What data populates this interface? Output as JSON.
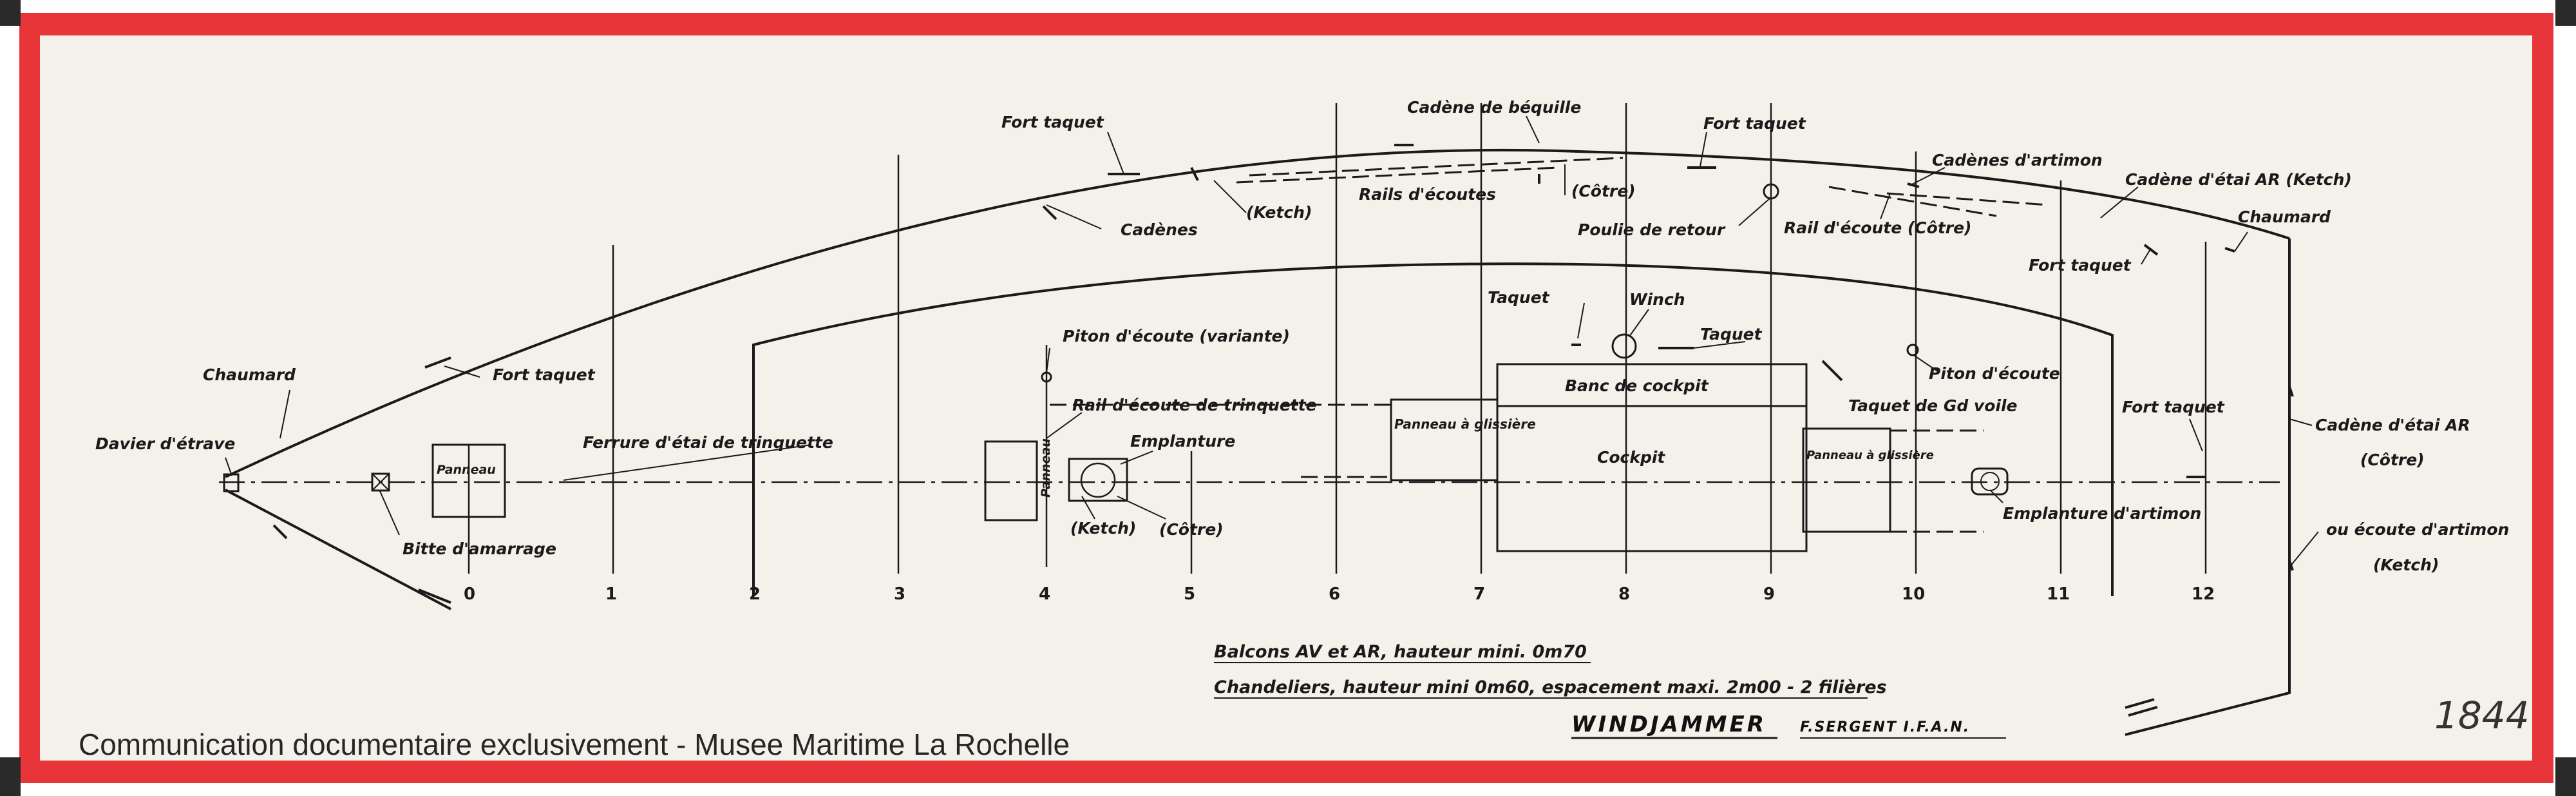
{
  "watermark": "Communication documentaire exclusivement - Musee Maritime La Rochelle",
  "drawing_title": "WINDJAMMER",
  "author": "F.SERGENT I.F.A.N.",
  "archive_number": "1844",
  "notes": {
    "line1": "Balcons AV et AR, hauteur mini. 0m70",
    "line2": "Chandeliers, hauteur mini 0m60, espacement maxi. 2m00 - 2 filières"
  },
  "stations": [
    "0",
    "1",
    "2",
    "3",
    "4",
    "5",
    "6",
    "7",
    "8",
    "9",
    "10",
    "11",
    "12"
  ],
  "labels": {
    "fort_taquet_1": "Fort taquet",
    "cadene_bequille": "Cadène de béquille",
    "fort_taquet_2": "Fort taquet",
    "cadenes_artimon": "Cadènes d'artimon",
    "cadene_etai_ar_ketch": "Cadène d'étai AR (Ketch)",
    "chaumard_ar": "Chaumard",
    "cadenes": "Cadènes",
    "ketch_1": "(Ketch)",
    "cotre_1": "(Côtre)",
    "rails_ecoutes": "Rails d'écoutes",
    "poulie_retour": "Poulie de retour",
    "rail_ecoute_cotre": "Rail d'écoute (Côtre)",
    "fort_taquet_3": "Fort taquet",
    "taquet_1": "Taquet",
    "winch": "Winch",
    "taquet_2": "Taquet",
    "piton_ecoute_variante": "Piton d'écoute (variante)",
    "chaumard_av": "Chaumard",
    "fort_taquet_4": "Fort taquet",
    "rail_ecoute_trinquette": "Rail d'écoute de trinquette",
    "banc_cockpit": "Banc de cockpit",
    "piton_ecoute": "Piton d'écoute",
    "taquet_gv": "Taquet de Gd voile",
    "fort_taquet_5": "Fort taquet",
    "cadene_etai_ar_cotre": "Cadène d'étai AR",
    "cotre_2": "(Côtre)",
    "davier_etrave": "Davier d'étrave",
    "ferrure_etai": "Ferrure d'étai de trinquette",
    "emplanture": "Emplanture",
    "panneau_glissiere_1": "Panneau à glissière",
    "cockpit": "Cockpit",
    "panneau_glissiere_2": "Panneau à glissière",
    "emplanture_artimon": "Emplanture d'artimon",
    "ou_ecoute_artimon": "ou écoute d'artimon",
    "ketch_2": "(Ketch)",
    "panneau_1": "Panneau",
    "panneau_2": "Panneau",
    "bitte_amarrage": "Bitte d'amarrage",
    "ketch_3": "(Ketch)",
    "cotre_3": "(Côtre)"
  },
  "colors": {
    "border": "#e8353a",
    "paper": "#f3f1ea",
    "ink": "#1a1a1a"
  }
}
